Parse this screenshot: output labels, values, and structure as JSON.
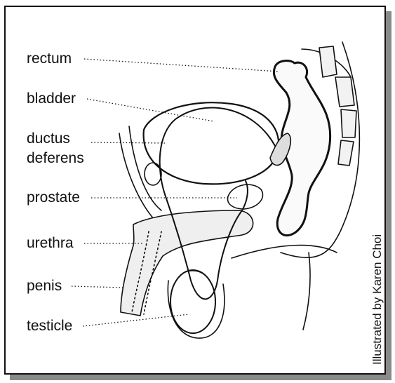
{
  "labels": {
    "rectum": "rectum",
    "bladder": "bladder",
    "ductus_line1": "ductus",
    "ductus_line2": "deferens",
    "prostate": "prostate",
    "urethra": "urethra",
    "penis": "penis",
    "testicle": "testicle"
  },
  "credit": "Illustrated by Karen Choi",
  "colors": {
    "ink": "#111111",
    "frame_shadow": "#8a8a8a",
    "background": "#ffffff"
  }
}
